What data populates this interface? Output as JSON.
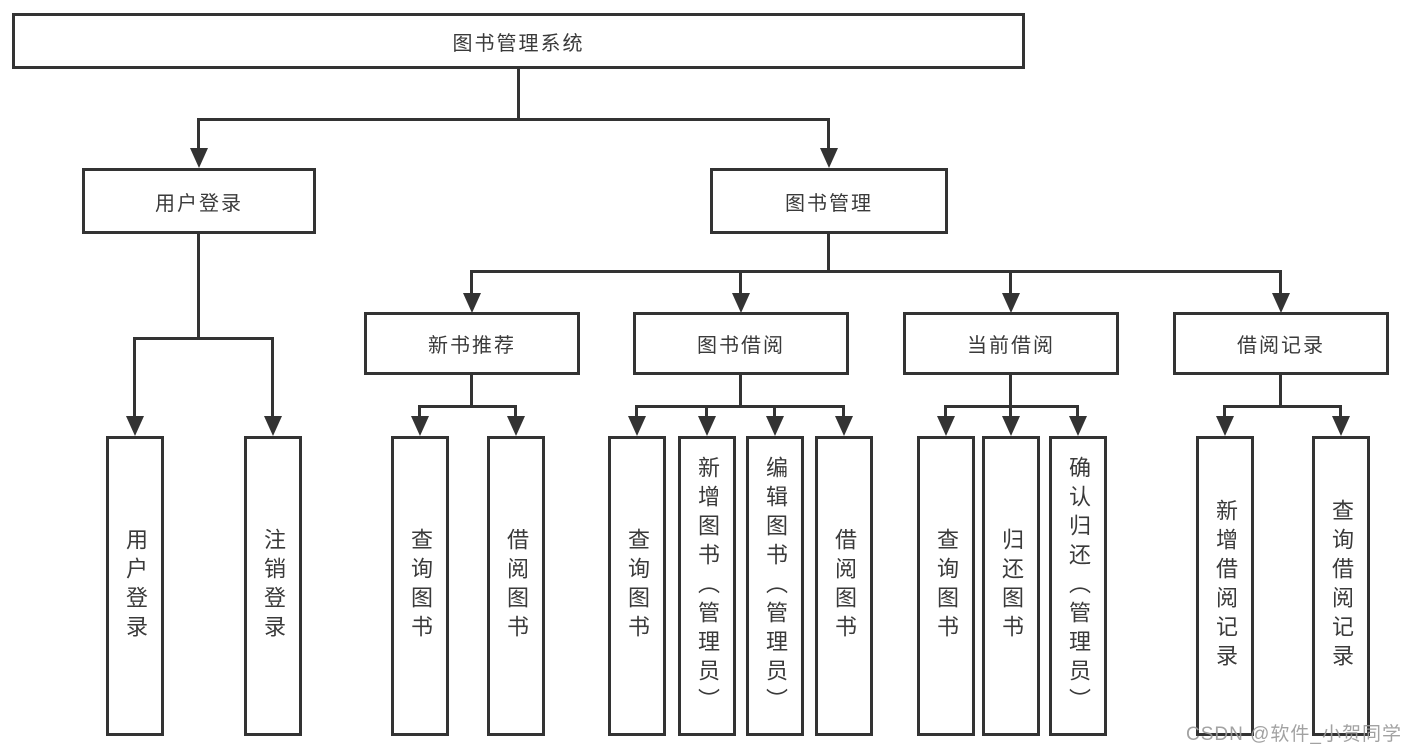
{
  "diagram": {
    "type": "hierarchy-tree",
    "root": {
      "label": "图书管理系统",
      "children": [
        {
          "label": "用户登录",
          "children": [
            {
              "label": "用户登录"
            },
            {
              "label": "注销登录"
            }
          ]
        },
        {
          "label": "图书管理",
          "children": [
            {
              "label": "新书推荐",
              "children": [
                {
                  "label": "查询图书"
                },
                {
                  "label": "借阅图书"
                }
              ]
            },
            {
              "label": "图书借阅",
              "children": [
                {
                  "label": "查询图书"
                },
                {
                  "label": "新增图书（管理员）"
                },
                {
                  "label": "编辑图书（管理员）"
                },
                {
                  "label": "借阅图书"
                }
              ]
            },
            {
              "label": "当前借阅",
              "children": [
                {
                  "label": "查询图书"
                },
                {
                  "label": "归还图书"
                },
                {
                  "label": "确认归还（管理员）"
                }
              ]
            },
            {
              "label": "借阅记录",
              "children": [
                {
                  "label": "新增借阅记录"
                },
                {
                  "label": "查询借阅记录"
                }
              ]
            }
          ]
        }
      ]
    }
  },
  "watermark": {
    "text": "CSDN @软件_小贺同学"
  },
  "colors": {
    "line": "#333333",
    "box_border": "#333333",
    "text": "#3a3a3a",
    "watermark": "#9b9b9b",
    "background": "#ffffff"
  }
}
